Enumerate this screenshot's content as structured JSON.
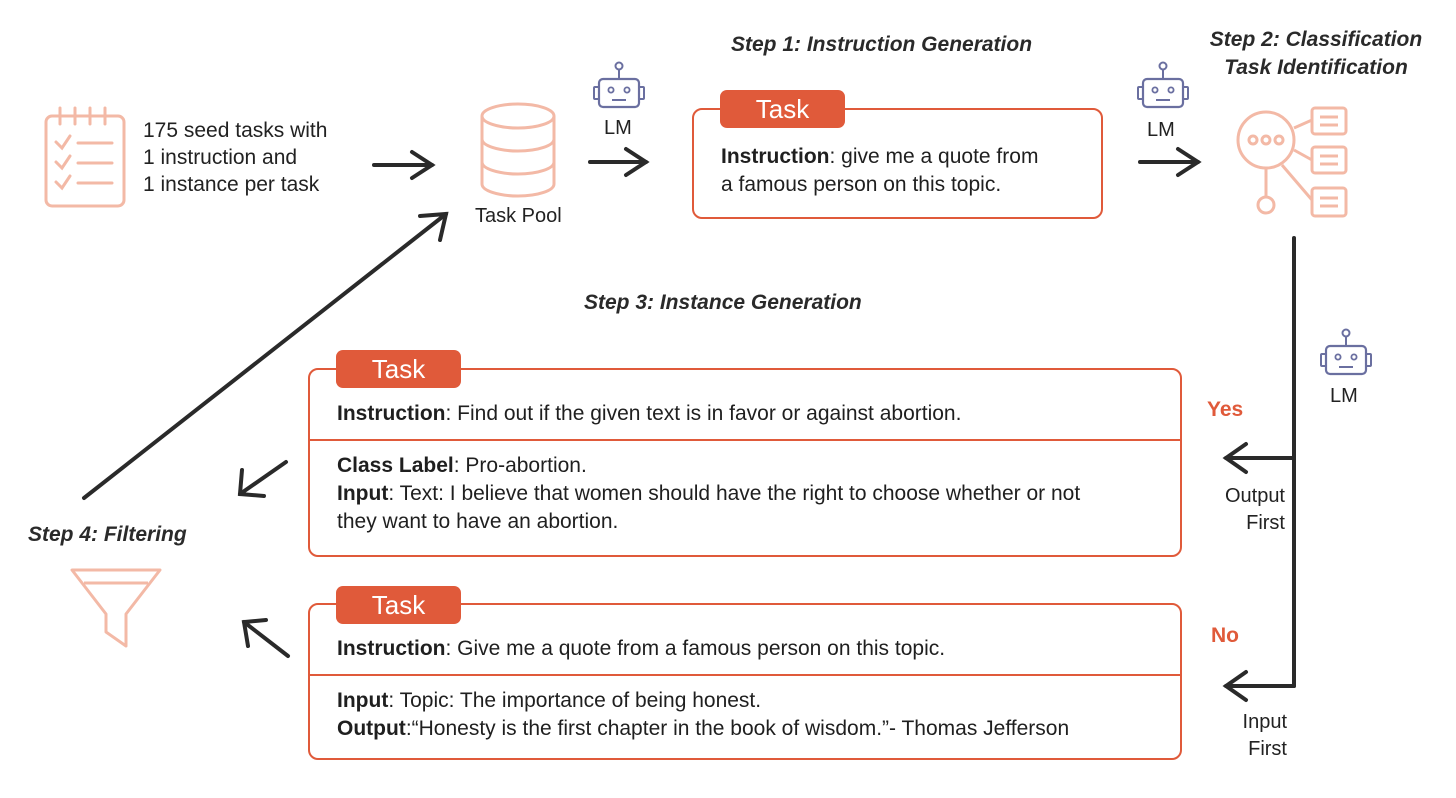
{
  "colors": {
    "accent": "#e05a3a",
    "accent_light": "#f3b9a6",
    "robot": "#6a6fa0",
    "arrow": "#2a2a2a"
  },
  "steps": {
    "step1": "Step 1: Instruction Generation",
    "step2_line1": "Step 2: Classification",
    "step2_line2": "Task Identification",
    "step3": "Step 3: Instance Generation",
    "step4": "Step 4: Filtering"
  },
  "seed": {
    "line1": "175 seed tasks with",
    "line2": "1 instruction and",
    "line3": "1 instance per task"
  },
  "task_pool_label": "Task Pool",
  "lm_label": "LM",
  "task_tag": "Task",
  "task1": {
    "instruction_key": "Instruction",
    "instruction_line1": ": give me a quote from",
    "instruction_line2": "a famous person on this topic."
  },
  "task_cls": {
    "instruction_key": "Instruction",
    "instruction_text": ": Find out if the given text is in favor or against abortion.",
    "label_key": "Class Label",
    "label_text": ": Pro-abortion.",
    "input_key": "Input",
    "input_line1": ": Text: I believe that women should have the right to choose whether or not",
    "input_line2": "they want to have an abortion."
  },
  "task_gen": {
    "instruction_key": "Instruction",
    "instruction_text": ": Give me a quote from a famous person on this topic.",
    "input_key": "Input",
    "input_text": ": Topic: The importance of being honest.",
    "output_key": "Output",
    "output_text": ":“Honesty is the first chapter in the book of wisdom.”- Thomas Jefferson"
  },
  "branch": {
    "yes": "Yes",
    "no": "No",
    "output_first_1": "Output",
    "output_first_2": "First",
    "input_first_1": "Input",
    "input_first_2": "First"
  }
}
